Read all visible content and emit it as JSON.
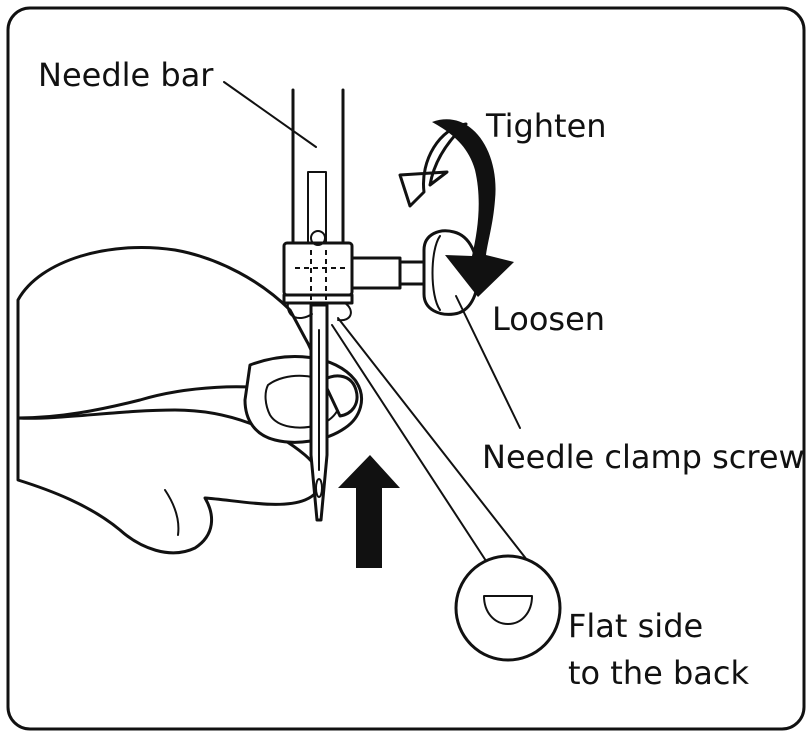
{
  "diagram": {
    "labels": {
      "needle_bar": "Needle bar",
      "tighten": "Tighten",
      "loosen": "Loosen",
      "needle_clamp_screw": "Needle clamp screw",
      "flat_side_line1": "Flat side",
      "flat_side_line2": "to the back"
    },
    "icons": {
      "tighten": "curved-arrow-icon",
      "loosen": "down-arrow-icon",
      "insert": "up-arrow-icon"
    },
    "colors": {
      "ink": "#111111",
      "paper": "#ffffff"
    }
  }
}
